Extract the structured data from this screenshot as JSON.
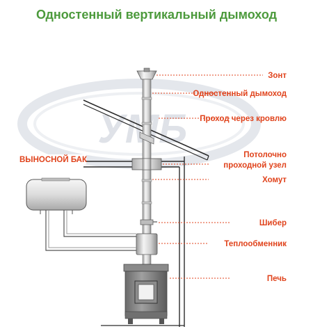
{
  "title": "Одностенный вертикальный дымоход",
  "colors": {
    "title": "#4c9a3c",
    "label": "#e0431c",
    "line": "#2a2a2a",
    "watermark": "#dfe2e8",
    "leader": "#e0431c"
  },
  "watermark": {
    "text": "УМБ"
  },
  "tank_label": "ВЫНОСНОЙ БАК",
  "labels": {
    "zont": "Зонт",
    "single_chimney": "Одностенный дымоход",
    "roof_passage": "Проход через кровлю",
    "ceiling_line1": "Потолочно",
    "ceiling_line2": "проходной узел",
    "clamp": "Хомут",
    "damper": "Шибер",
    "heat_exchanger": "Теплообменник",
    "stove": "Печь"
  }
}
